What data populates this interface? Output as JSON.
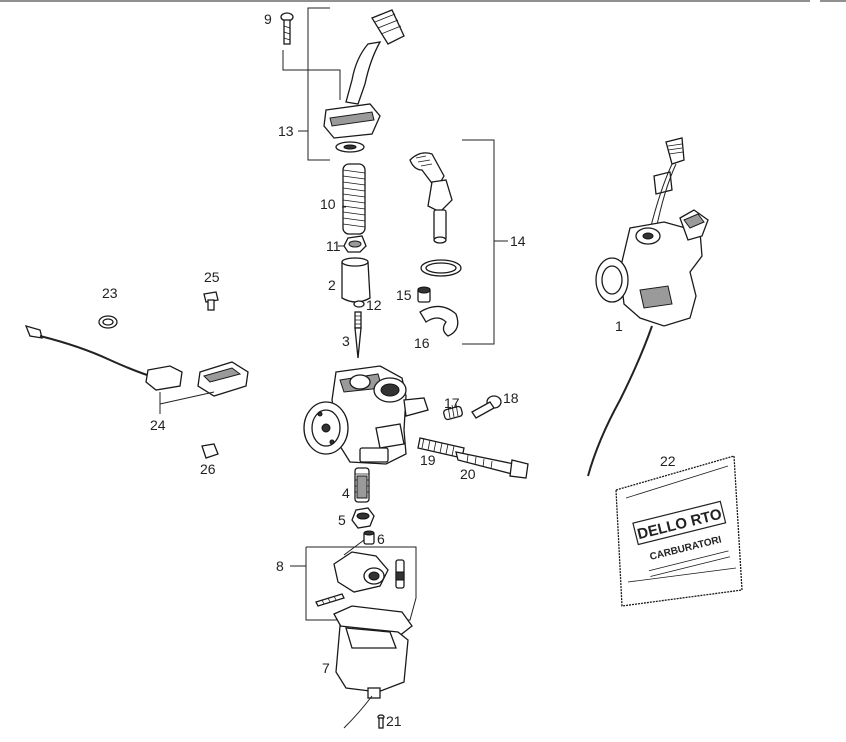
{
  "callouts": [
    {
      "id": "1",
      "text": "1"
    },
    {
      "id": "2",
      "text": "2"
    },
    {
      "id": "3",
      "text": "3"
    },
    {
      "id": "4",
      "text": "4"
    },
    {
      "id": "5",
      "text": "5"
    },
    {
      "id": "6",
      "text": "6"
    },
    {
      "id": "7",
      "text": "7"
    },
    {
      "id": "8",
      "text": "8"
    },
    {
      "id": "9",
      "text": "9"
    },
    {
      "id": "10",
      "text": "10"
    },
    {
      "id": "11",
      "text": "11"
    },
    {
      "id": "12",
      "text": "12"
    },
    {
      "id": "13",
      "text": "13"
    },
    {
      "id": "14",
      "text": "14"
    },
    {
      "id": "15",
      "text": "15"
    },
    {
      "id": "16",
      "text": "16"
    },
    {
      "id": "17",
      "text": "17"
    },
    {
      "id": "18",
      "text": "18"
    },
    {
      "id": "19",
      "text": "19"
    },
    {
      "id": "20",
      "text": "20"
    },
    {
      "id": "21",
      "text": "21"
    },
    {
      "id": "22",
      "text": "22"
    },
    {
      "id": "23",
      "text": "23"
    },
    {
      "id": "24",
      "text": "24"
    },
    {
      "id": "25",
      "text": "25"
    },
    {
      "id": "26",
      "text": "26"
    }
  ],
  "bag": {
    "brand": "DELLO RTO",
    "subtitle": "CARBURATORI"
  }
}
